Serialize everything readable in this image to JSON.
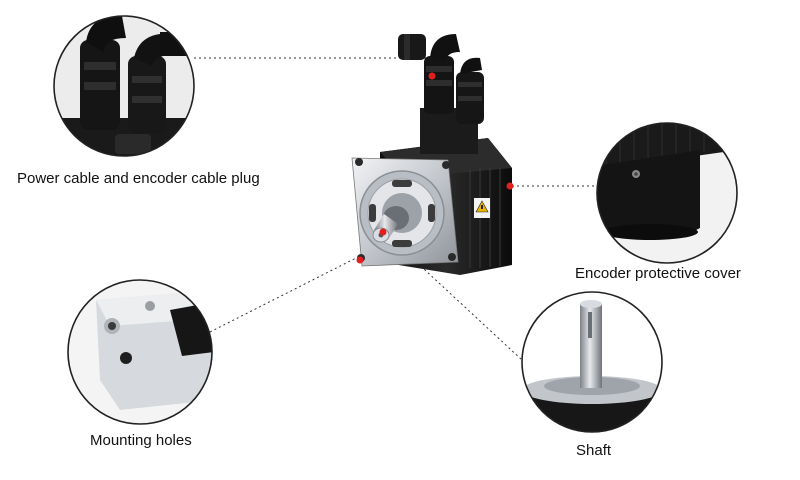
{
  "callouts": {
    "power_plug": "Power cable and encoder cable plug",
    "encoder_cover": "Encoder protective cover",
    "mounting_holes": "Mounting holes",
    "shaft": "Shaft"
  },
  "colors": {
    "marker": "#e0201f",
    "leader": "#333333",
    "circle_border": "#222222",
    "motor_body": "#161616",
    "flange": "#c9ccd0"
  },
  "icons": {
    "warning_label": "warning-label-icon"
  }
}
